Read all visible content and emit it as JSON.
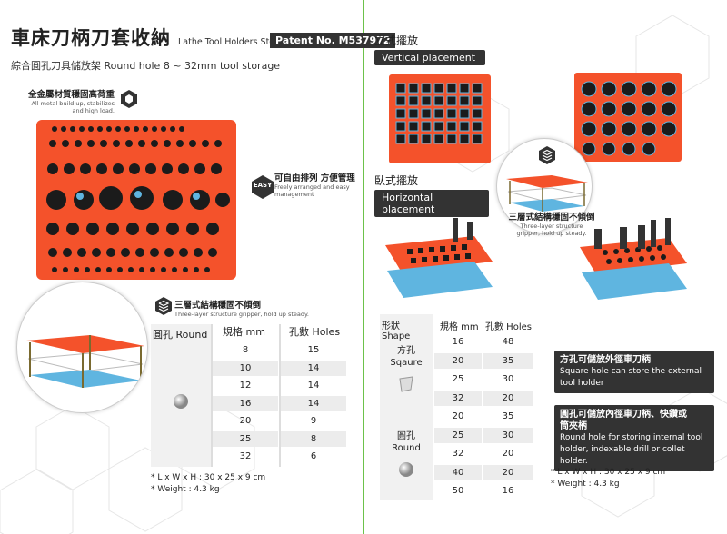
{
  "header": {
    "title_zh": "車床刀柄刀套收納",
    "title_en": "Lathe Tool Holders Storage",
    "patent": "Patent No. M537972",
    "subtitle": "綜合圓孔刀具儲放架  Round hole 8 ~ 32mm tool storage"
  },
  "features": {
    "metal_zh": "全金屬材質穩固高荷重",
    "metal_en_1": "All metal build up, stabilizes",
    "metal_en_2": "and high load.",
    "easy_badge": "EASY",
    "arrange_zh": "可自由排列  方便管理",
    "arrange_en_1": "Freely arranged and easy",
    "arrange_en_2": "management",
    "layer_zh": "三層式結構穩固不傾倒",
    "layer_en": "Three-layer structure gripper, hold up steady."
  },
  "left_table": {
    "headers": [
      "圓孔 Round",
      "規格 mm",
      "孔數 Holes"
    ],
    "rows": [
      {
        "size": "8",
        "holes": "15"
      },
      {
        "size": "10",
        "holes": "14"
      },
      {
        "size": "12",
        "holes": "14"
      },
      {
        "size": "16",
        "holes": "14"
      },
      {
        "size": "20",
        "holes": "9"
      },
      {
        "size": "25",
        "holes": "8"
      },
      {
        "size": "32",
        "holes": "6"
      }
    ],
    "note_dims": "* L x W x H : 30 x 25 x 9 cm",
    "note_weight": "* Weight : 4.3 kg"
  },
  "right": {
    "vertical_zh": "立式擺放",
    "vertical_en": "Vertical placement",
    "horizontal_zh": "臥式擺放",
    "horizontal_en": "Horizontal placement",
    "layer_zh": "三層式結構穩固不傾倒",
    "layer_en_1": "Three-layer structure",
    "layer_en_2": "gripper, hold up steady.",
    "table_headers": [
      "形狀 Shape",
      "規格 mm",
      "孔數 Holes"
    ],
    "square_zh": "方孔",
    "square_en": "Sqaure",
    "round_zh": "圓孔",
    "round_en": "Round",
    "square_rows": [
      {
        "size": "16",
        "holes": "48"
      },
      {
        "size": "20",
        "holes": "35"
      },
      {
        "size": "25",
        "holes": "30"
      },
      {
        "size": "32",
        "holes": "20"
      }
    ],
    "round_rows": [
      {
        "size": "20",
        "holes": "35"
      },
      {
        "size": "25",
        "holes": "30"
      },
      {
        "size": "32",
        "holes": "20"
      },
      {
        "size": "40",
        "holes": "20"
      },
      {
        "size": "50",
        "holes": "16"
      }
    ],
    "callout_square_zh": "方孔可儲放外徑車刀柄",
    "callout_square_en_1": "Square hole can store the external",
    "callout_square_en_2": "tool holder",
    "callout_round_zh_1": "圓孔可儲放內徑車刀柄、快鑽或",
    "callout_round_zh_2": "筒夾柄",
    "callout_round_en_1": "Round hole for storing internal tool",
    "callout_round_en_2": "holder, indexable drill or collet holder.",
    "note_dims": "* L x W x H : 30 x 25 x 9 cm",
    "note_weight": "* Weight : 4.3 kg"
  },
  "colors": {
    "board": "#f4522b",
    "hole": "#1b1b1b",
    "accent_green": "#6cc24a",
    "tag_bg": "#333333"
  }
}
